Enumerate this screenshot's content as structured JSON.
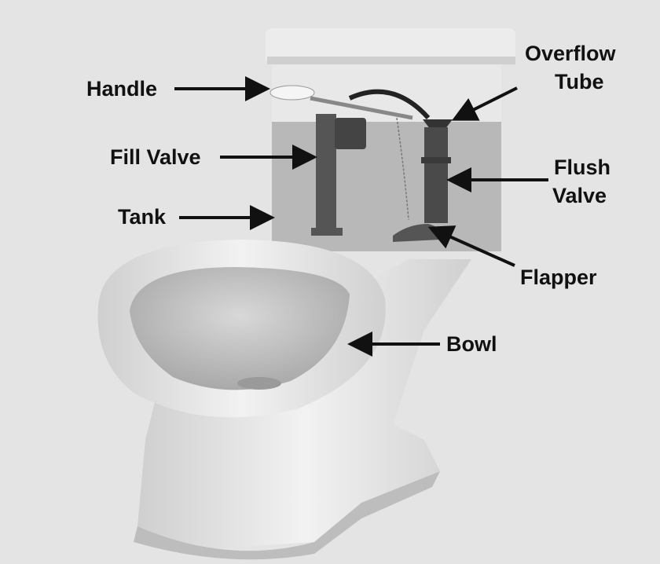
{
  "diagram": {
    "labels": {
      "handle": "Handle",
      "fill_valve": "Fill Valve",
      "tank": "Tank",
      "overflow_tube_1": "Overflow",
      "overflow_tube_2": "Tube",
      "flush_valve_1": "Flush",
      "flush_valve_2": "Valve",
      "flapper": "Flapper",
      "bowl": "Bowl"
    },
    "colors": {
      "background": "#e4e4e4",
      "label": "#111111",
      "water": "#b8b8b8"
    }
  }
}
